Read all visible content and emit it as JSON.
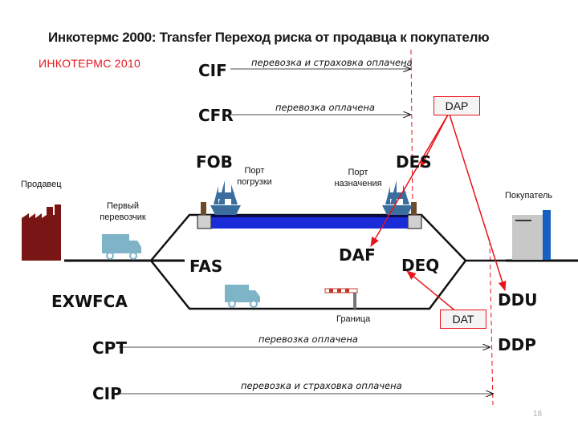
{
  "header": {
    "title": "Инкотермс 2000: Transfer Переход риска от продавца к покупателю",
    "subtitle": "ИНКОТЕРМС 2010"
  },
  "terms": {
    "cif": "CIF",
    "cfr": "CFR",
    "fob": "FOB",
    "des": "DES",
    "fas": "FAS",
    "daf": "DAF",
    "deq": "DEQ",
    "exw": "EXW",
    "fca": "FCA",
    "cpt": "CPT",
    "cip": "CIP",
    "ddu": "DDU",
    "ddp": "DDP"
  },
  "terms_2010": {
    "dap": "DAP",
    "dat": "DAT"
  },
  "notes": {
    "cif": "перевозка и страховка оплачена",
    "cfr": "перевозка оплачена",
    "cpt": "перевозка оплачена",
    "cip": "перевозка и страховка оплачена"
  },
  "labels": {
    "seller": "Продавец",
    "buyer": "Покупатель",
    "first_carrier": "Первый перевозчик",
    "loading_port": "Порт погрузки",
    "destination_port": "Порт назначения",
    "border": "Граница"
  },
  "page_number": "18",
  "colors": {
    "arrow_red": "#e8141b",
    "sea_blue": "#1a2bd8",
    "factory": "#7a1515",
    "truck": "#7fb3c7",
    "ship": "#3b6e9e",
    "warehouse_grey": "#c8c8c8",
    "warehouse_blue": "#1560c0"
  }
}
